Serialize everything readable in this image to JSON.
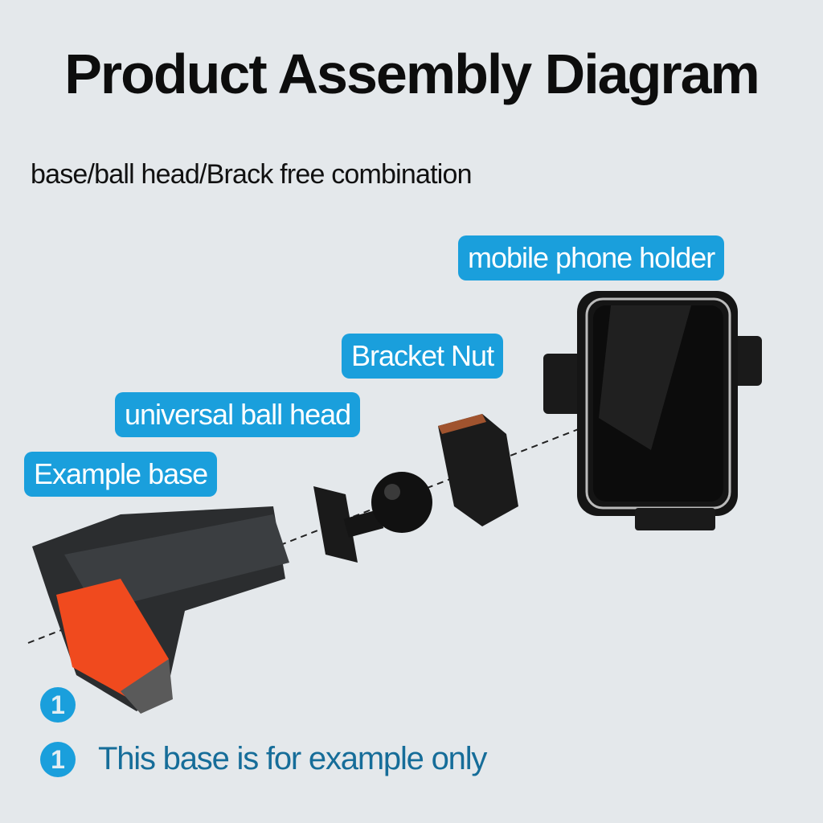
{
  "title": "Product Assembly Diagram",
  "subtitle": "base/ball head/Brack free combination",
  "labels": {
    "holder": "mobile phone holder",
    "nut": "Bracket Nut",
    "ball_head": "universal ball head",
    "base": "Example base"
  },
  "markers": {
    "base_marker": "1",
    "note_marker": "1"
  },
  "note": "This base is for example only",
  "colors": {
    "background": "#e4e8eb",
    "label_bg": "#1a9fdc",
    "note_text": "#166d99",
    "adhesive": "#f04a1e"
  }
}
